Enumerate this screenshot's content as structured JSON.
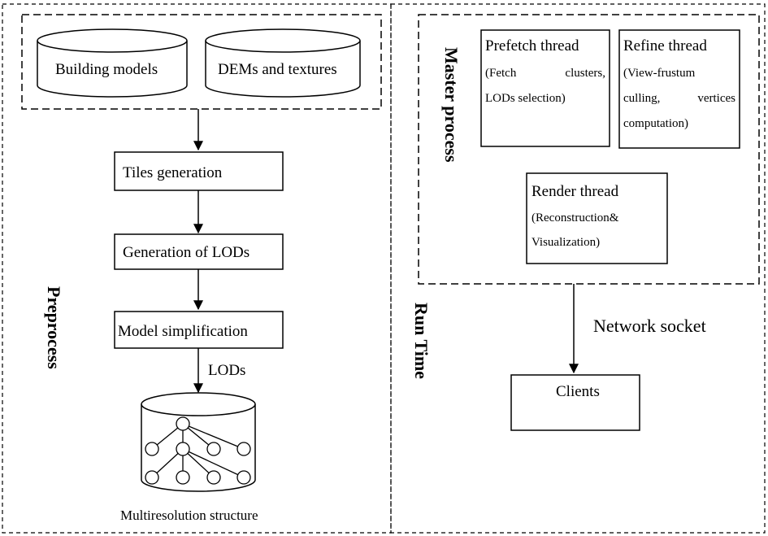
{
  "preprocess": {
    "section_label": "Preprocess",
    "sources": [
      "Building models",
      "DEMs and textures"
    ],
    "steps": [
      "Tiles generation",
      "Generation of LODs",
      "Model simplification"
    ],
    "lods_label": "LODs",
    "structure_label": "Multiresolution structure"
  },
  "runtime": {
    "section_label": "Run Time",
    "master_label": "Master process",
    "prefetch": {
      "title": "Prefetch thread",
      "line1_left": "(Fetch",
      "line1_right": "clusters,",
      "line2": "LODs selection)"
    },
    "refine": {
      "title": "Refine thread",
      "line1": "(View-frustum",
      "line2_left": "culling,",
      "line2_right": "vertices",
      "line3": "computation)"
    },
    "render": {
      "title": "Render thread",
      "line1": "(Reconstruction&",
      "line2": "Visualization)"
    },
    "network_label": "Network socket",
    "clients_label": "Clients"
  }
}
